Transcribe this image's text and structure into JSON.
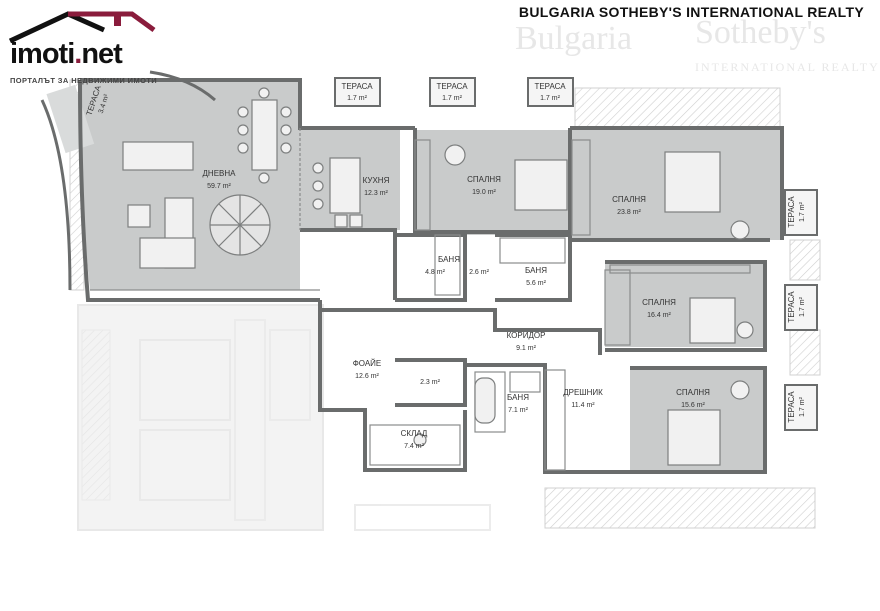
{
  "branding": {
    "logo_name": "imoti",
    "logo_dot": ".",
    "logo_tld": "net",
    "logo_tagline": "ПОРТАЛЪТ ЗА НЕДВИЖИМИ ИМОТИ",
    "watermark": "BULGARIA SOTHEBY'S INTERNATIONAL REALTY",
    "watermark_ghost_1": "Bulgaria",
    "watermark_ghost_2": "Sotheby's",
    "watermark_ghost_3": "INTERNATIONAL REALTY"
  },
  "rooms": {
    "terrace_left": {
      "name": "ТЕРАСА",
      "area": "3.4 m²"
    },
    "living": {
      "name": "ДНЕВНА",
      "area": "59.7 m²"
    },
    "kitchen": {
      "name": "КУХНЯ",
      "area": "12.3 m²"
    },
    "terrace_top1": {
      "name": "ТЕРАСА",
      "area": "1.7 m²"
    },
    "terrace_top2": {
      "name": "ТЕРАСА",
      "area": "1.7 m²"
    },
    "terrace_top3": {
      "name": "ТЕРАСА",
      "area": "1.7 m²"
    },
    "bedroom1": {
      "name": "СПАЛНЯ",
      "area": "19.0 m²"
    },
    "bedroom2": {
      "name": "СПАЛНЯ",
      "area": "23.8 m²"
    },
    "bedroom3": {
      "name": "СПАЛНЯ",
      "area": "16.4 m²"
    },
    "bedroom4": {
      "name": "СПАЛНЯ",
      "area": "15.6 m²"
    },
    "bath1": {
      "name": "БАНЯ",
      "area": "4.8 m²"
    },
    "hall_small": {
      "area": "2.6 m²"
    },
    "bath2": {
      "name": "БАНЯ",
      "area": "5.6 m²"
    },
    "corridor": {
      "name": "КОРИДОР",
      "area": "9.1 m²"
    },
    "foyer": {
      "name": "ФОАЙЕ",
      "area": "12.6 m²"
    },
    "wc": {
      "area": "2.3 m²"
    },
    "bath3": {
      "name": "БАНЯ",
      "area": "7.1 m²"
    },
    "wardrobe": {
      "name": "ДРЕШНИК",
      "area": "11.4 m²"
    },
    "storage": {
      "name": "СКЛАД",
      "area": "7.4 m²"
    },
    "terrace_r1": {
      "name": "ТЕРАСА",
      "area": "1.7 m²"
    },
    "terrace_r2": {
      "name": "ТЕРАСА",
      "area": "1.7 m²"
    },
    "terrace_r3": {
      "name": "ТЕРАСА",
      "area": "1.7 m²"
    }
  },
  "colors": {
    "room_fill": "#c9cbcb",
    "wall": "#6a6c6c",
    "brand_accent": "#8a1c3c"
  }
}
